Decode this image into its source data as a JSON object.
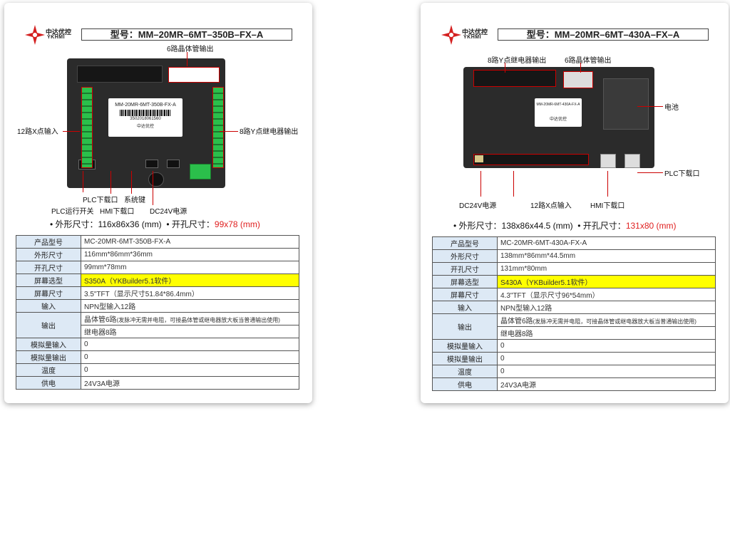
{
  "brand": {
    "cn": "中达优控",
    "en": "YKHMI"
  },
  "left": {
    "model_title": "型号：MM–20MR–6MT–350B–FX–A",
    "device_label": "MM-20MR-6MT-350B-FX-A",
    "barcode_number": "3502018061560",
    "device_brand": "中达优控",
    "labels": {
      "transistor_out": "6路晶体管输出",
      "x_inputs": "12路X点输入",
      "y_relay": "8路Y点继电器输出",
      "plc_download": "PLC下载口",
      "system_key": "系统键",
      "plc_run_switch": "PLC运行开关",
      "hmi_download": "HMI下载口",
      "dc24v": "DC24V电源"
    },
    "dims": {
      "prefix": "• 外形尺寸：116x86x36 (mm)",
      "cut_prefix": "• 开孔尺寸：",
      "cut_value": "99x78 (mm)"
    },
    "table": [
      {
        "k": "产品型号",
        "v": "MC-20MR-6MT-350B-FX-A"
      },
      {
        "k": "外形尺寸",
        "v": "116mm*86mm*36mm"
      },
      {
        "k": "开孔尺寸",
        "v": "99mm*78mm"
      },
      {
        "k": "屏幕选型",
        "v": "S350A（YKBuilder5.1软件）",
        "hl": true
      },
      {
        "k": "屏幕尺寸",
        "v": "3.5\"TFT（显示尺寸51.84*86.4mm）"
      },
      {
        "k": "输入",
        "v": "NPN型输入12路"
      },
      {
        "k": "输出",
        "v1": "晶体管6路",
        "v1small": "(发脉冲无需并电阻，可接晶体管或继电器放大板当普通输出使用)",
        "v2": "继电器8路"
      },
      {
        "k": "模拟量输入",
        "v": "0"
      },
      {
        "k": "模拟量输出",
        "v": "0"
      },
      {
        "k": "温度",
        "v": "0"
      },
      {
        "k": "供电",
        "v": "24V3A电源"
      }
    ]
  },
  "right": {
    "model_title": "型号：MM–20MR–6MT–430A–FX–A",
    "device_label": "MM-20MR-6MT-430A-FX-A",
    "device_brand": "中达优控",
    "labels": {
      "y_relay": "8路Y点继电器输出",
      "transistor_out": "6路晶体管输出",
      "battery": "电池",
      "plc_download": "PLC下载口",
      "dc24v": "DC24V电源",
      "x_inputs": "12路X点输入",
      "hmi_download": "HMI下载口"
    },
    "dims": {
      "prefix": "• 外形尺寸：138x86x44.5 (mm)",
      "cut_prefix": "• 开孔尺寸：",
      "cut_value": "131x80 (mm)"
    },
    "table": [
      {
        "k": "产品型号",
        "v": "MC-20MR-6MT-430A-FX-A"
      },
      {
        "k": "外形尺寸",
        "v": "138mm*86mm*44.5mm"
      },
      {
        "k": "开孔尺寸",
        "v": "131mm*80mm"
      },
      {
        "k": "屏幕选型",
        "v": "S430A（YKBuilder5.1软件）",
        "hl": true
      },
      {
        "k": "屏幕尺寸",
        "v": "4.3\"TFT（显示尺寸96*54mm）"
      },
      {
        "k": "输入",
        "v": "NPN型输入12路"
      },
      {
        "k": "输出",
        "v1": "晶体管6路",
        "v1small": "(发脉冲无需并电阻，可接晶体管或继电器放大板当普通输出使用)",
        "v2": "继电器8路"
      },
      {
        "k": "模拟量输入",
        "v": "0"
      },
      {
        "k": "模拟量输出",
        "v": "0"
      },
      {
        "k": "温度",
        "v": "0"
      },
      {
        "k": "供电",
        "v": "24V3A电源"
      }
    ]
  },
  "colors": {
    "accent_red": "#e02020",
    "label_bg": "#dde9f5",
    "highlight": "#ffff00",
    "terminal_green": "#2bbf4b"
  }
}
